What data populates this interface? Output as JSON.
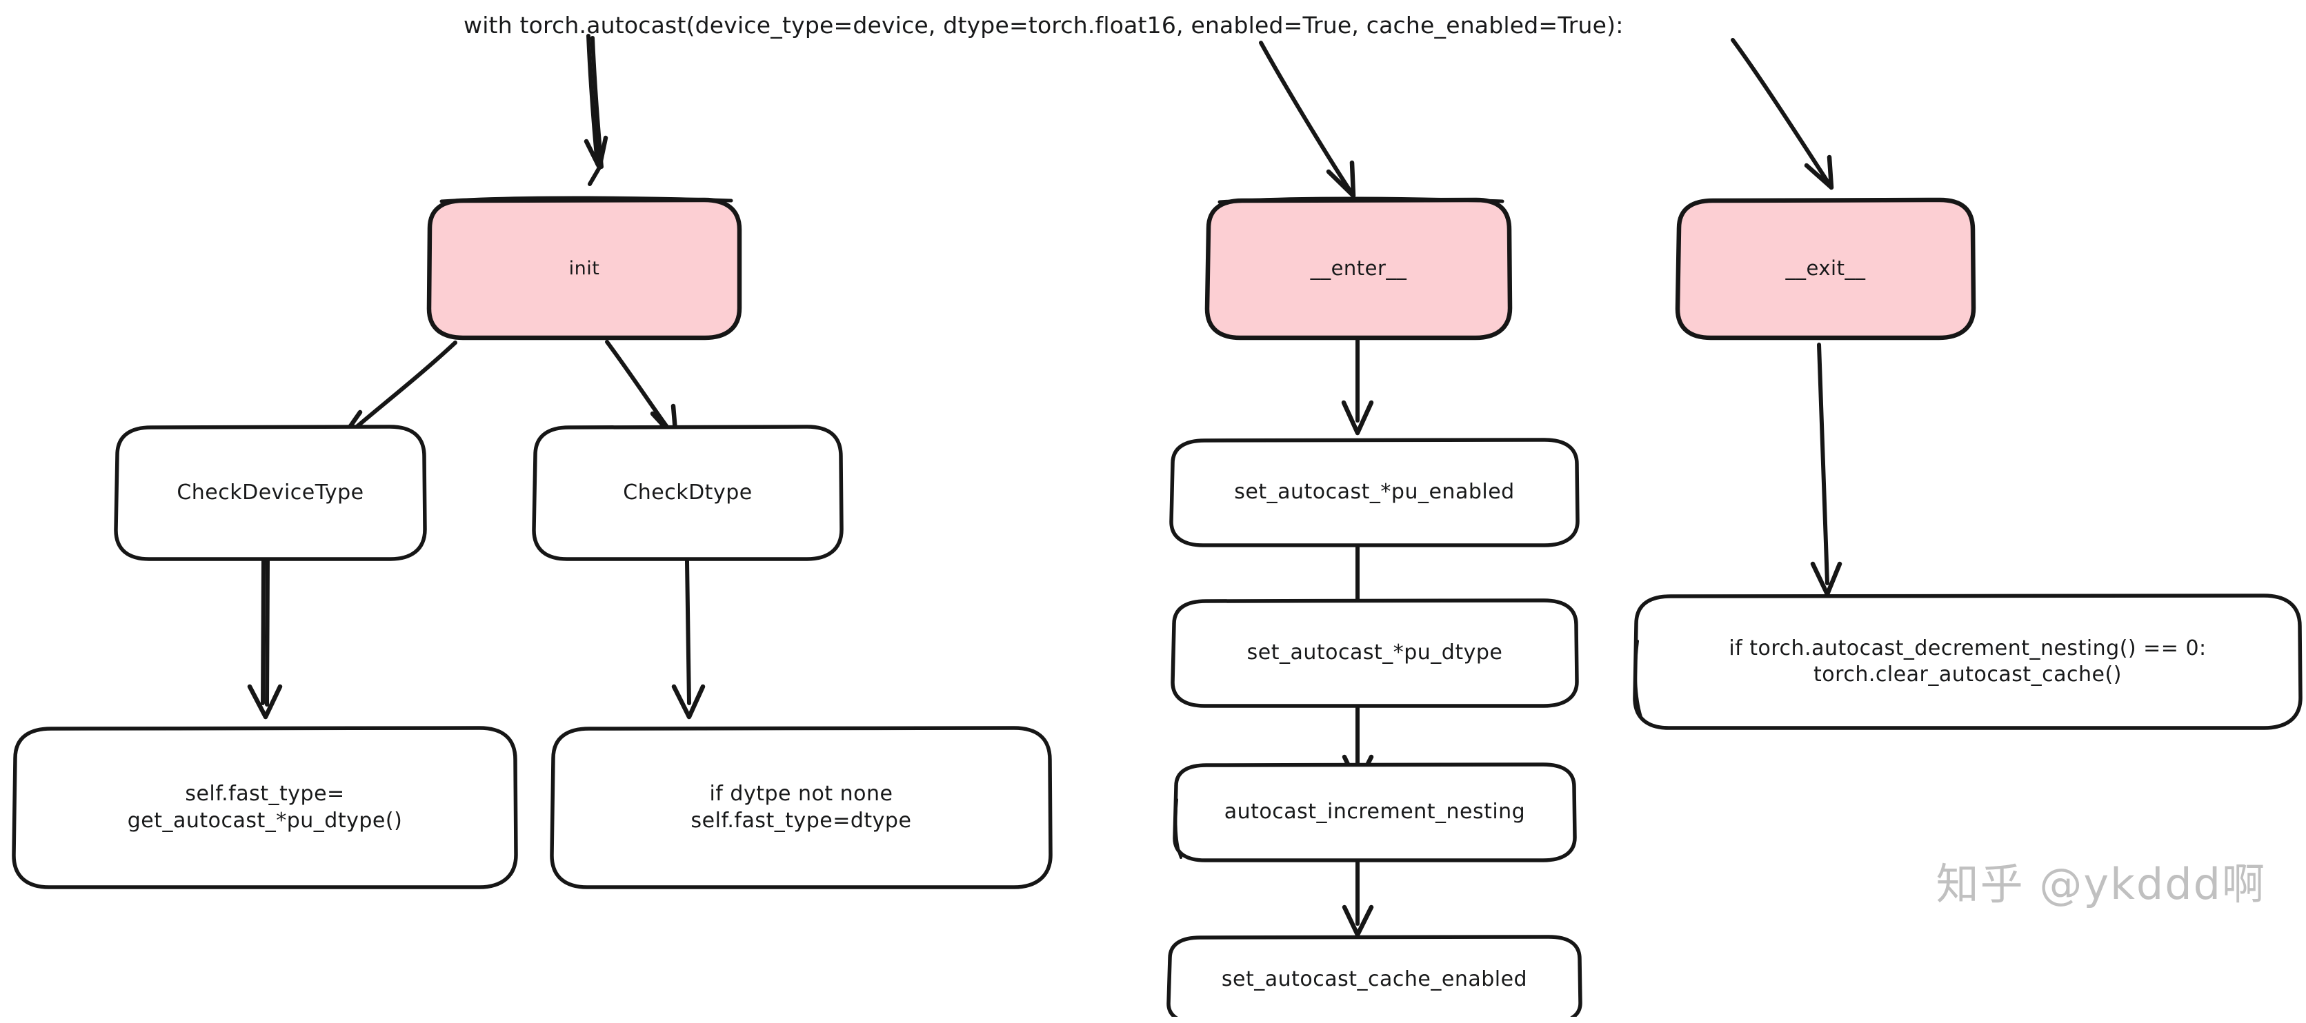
{
  "diagram": {
    "title": "with torch.autocast(device_type=device, dtype=torch.float16, enabled=True, cache_enabled=True):",
    "colors": {
      "highlight_fill": "#fccfd3",
      "node_stroke": "#161616",
      "node_fill": "#ffffff",
      "text": "#18191a",
      "watermark": "#c0c0c0"
    },
    "watermark": "知乎 @ykddd啊",
    "nodes": {
      "init": "init",
      "check_device_type": "CheckDeviceType",
      "check_dtype": "CheckDtype",
      "fast_type_get": "self.fast_type=\nget_autocast_*pu_dtype()",
      "fast_type_dtype": "if dytpe not none\nself.fast_type=dtype",
      "enter": "__enter__",
      "set_autocast_enabled": "set_autocast_*pu_enabled",
      "set_autocast_dtype": "set_autocast_*pu_dtype",
      "autocast_increment_nesting": "autocast_increment_nesting",
      "set_autocast_cache_enabled": "set_autocast_cache_enabled",
      "exit": "__exit__",
      "decrement_nesting": "if torch.autocast_decrement_nesting() == 0:\ntorch.clear_autocast_cache()"
    }
  }
}
